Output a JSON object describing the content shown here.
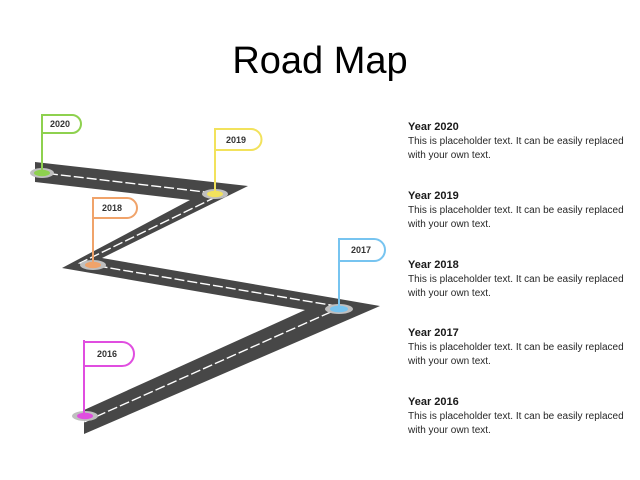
{
  "slide": {
    "title": "Road Map"
  },
  "flags": [
    {
      "year": "2020",
      "color": "#8ed14f"
    },
    {
      "year": "2019",
      "color": "#f2e25c"
    },
    {
      "year": "2018",
      "color": "#f0a36a"
    },
    {
      "year": "2017",
      "color": "#77c4f0"
    },
    {
      "year": "2016",
      "color": "#e04ee0"
    }
  ],
  "milestones": [
    {
      "heading": "Year 2020",
      "text": "This is placeholder text.  It can be easily replaced with your own text."
    },
    {
      "heading": "Year 2019",
      "text": "This is placeholder text.  It can be easily replaced with your own text."
    },
    {
      "heading": "Year 2018",
      "text": "This is placeholder text.  It can be easily replaced with your own text."
    },
    {
      "heading": "Year 2017",
      "text": "This is placeholder text.  It can be easily replaced with your own text."
    },
    {
      "heading": "Year 2016",
      "text": "This is placeholder text.  It can be easily replaced with your own text."
    }
  ],
  "colors": {
    "road": "#474747",
    "road_center_line": "#ffffff"
  }
}
